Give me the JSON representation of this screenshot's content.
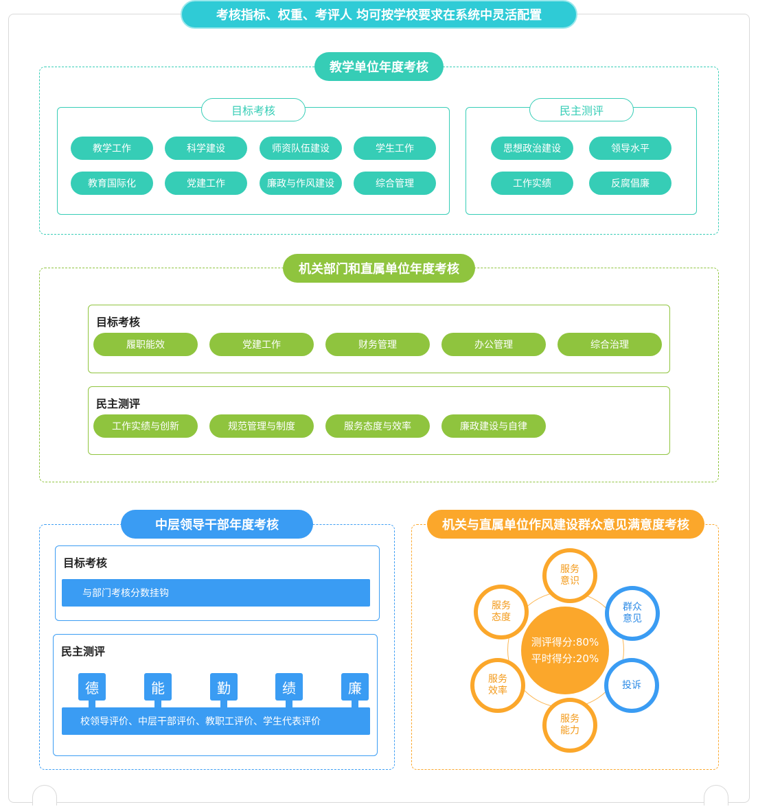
{
  "banner": "考核指标、权重、考评人 均可按学校要求在系统中灵活配置",
  "teaching": {
    "title": "教学单位年度考核",
    "goal_title": "目标考核",
    "goal_items": [
      "教学工作",
      "科学建设",
      "师资队伍建设",
      "学生工作",
      "教育国际化",
      "党建工作",
      "廉政与作风建设",
      "综合管理"
    ],
    "demo_title": "民主测评",
    "demo_items": [
      "思想政治建设",
      "领导水平",
      "工作实绩",
      "反腐倡廉"
    ]
  },
  "organ": {
    "title": "机关部门和直属单位年度考核",
    "goal_title": "目标考核",
    "goal_items": [
      "履职能效",
      "党建工作",
      "财务管理",
      "办公管理",
      "综合治理"
    ],
    "demo_title": "民主测评",
    "demo_items": [
      "工作实绩与创新",
      "规范管理与制度",
      "服务态度与效率",
      "廉政建设与自律"
    ]
  },
  "middle": {
    "title": "中层领导干部年度考核",
    "goal_title": "目标考核",
    "goal_bar": "与部门考核分数挂钩",
    "demo_title": "民主测评",
    "chars": [
      "德",
      "能",
      "勤",
      "绩",
      "廉"
    ],
    "demo_bar": "校领导评价、中层干部评价、教职工评价、学生代表评价"
  },
  "satisfaction": {
    "title": "机关与直属单位作风建设群众意见满意度考核",
    "center_line1": "测评得分:80%",
    "center_line2": "平时得分:20%",
    "nodes": [
      "服务意识",
      "群众意见",
      "投诉",
      "服务能力",
      "服务效率",
      "服务态度"
    ]
  },
  "colors": {
    "teal": "#36cdb6",
    "green": "#8fc43e",
    "blue": "#3a9cf3",
    "orange": "#fba72b",
    "banner": "#2fcbd6"
  }
}
